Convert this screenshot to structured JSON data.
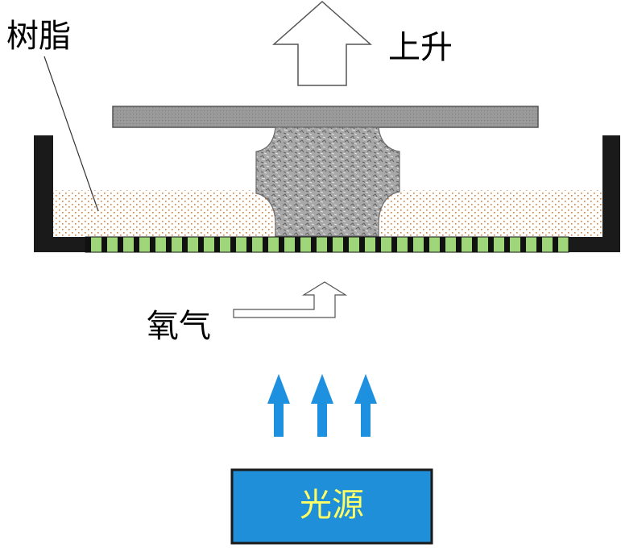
{
  "labels": {
    "resin": "树脂",
    "rise": "上升",
    "oxygen": "氧气",
    "light_source": "光源"
  },
  "colors": {
    "vat": "#1a1a1a",
    "platform": "#9a9a9a",
    "part": "#a8a8a8",
    "resin_dots": "#d2803a",
    "window_green": "#9fd67a",
    "window_bars": "#111111",
    "light_arrows": "#1e90e0",
    "light_box": "#1e8fd8",
    "light_text": "#ffff66"
  }
}
